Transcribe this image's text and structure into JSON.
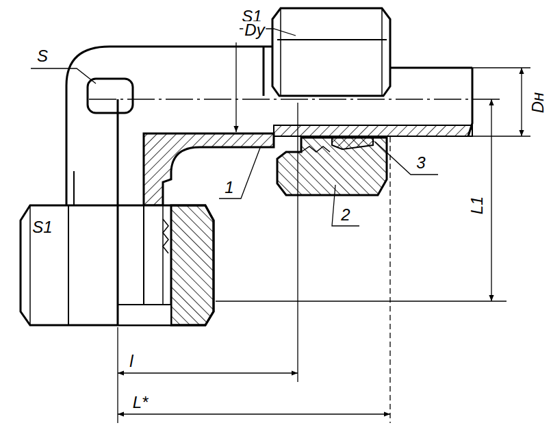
{
  "diagram": {
    "labels": [
      "S1",
      "S",
      "Dу",
      "Dн",
      "1",
      "3",
      "S1",
      "2",
      "L1",
      "l",
      "L*"
    ]
  }
}
